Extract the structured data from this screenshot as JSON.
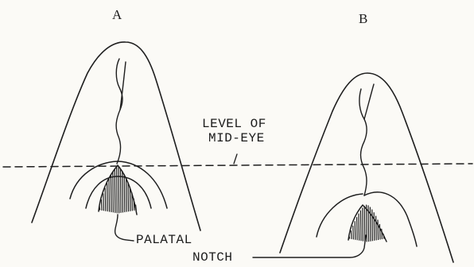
{
  "labels": {
    "panel_a": "A",
    "panel_b": "B",
    "level_line1": "LEVEL OF",
    "level_line2": "MID-EYE",
    "notch_line1": "PALATAL",
    "notch_line2": "NOTCH"
  },
  "colors": {
    "paper": "#fbfaf6",
    "ink": "#1e1e1e"
  }
}
